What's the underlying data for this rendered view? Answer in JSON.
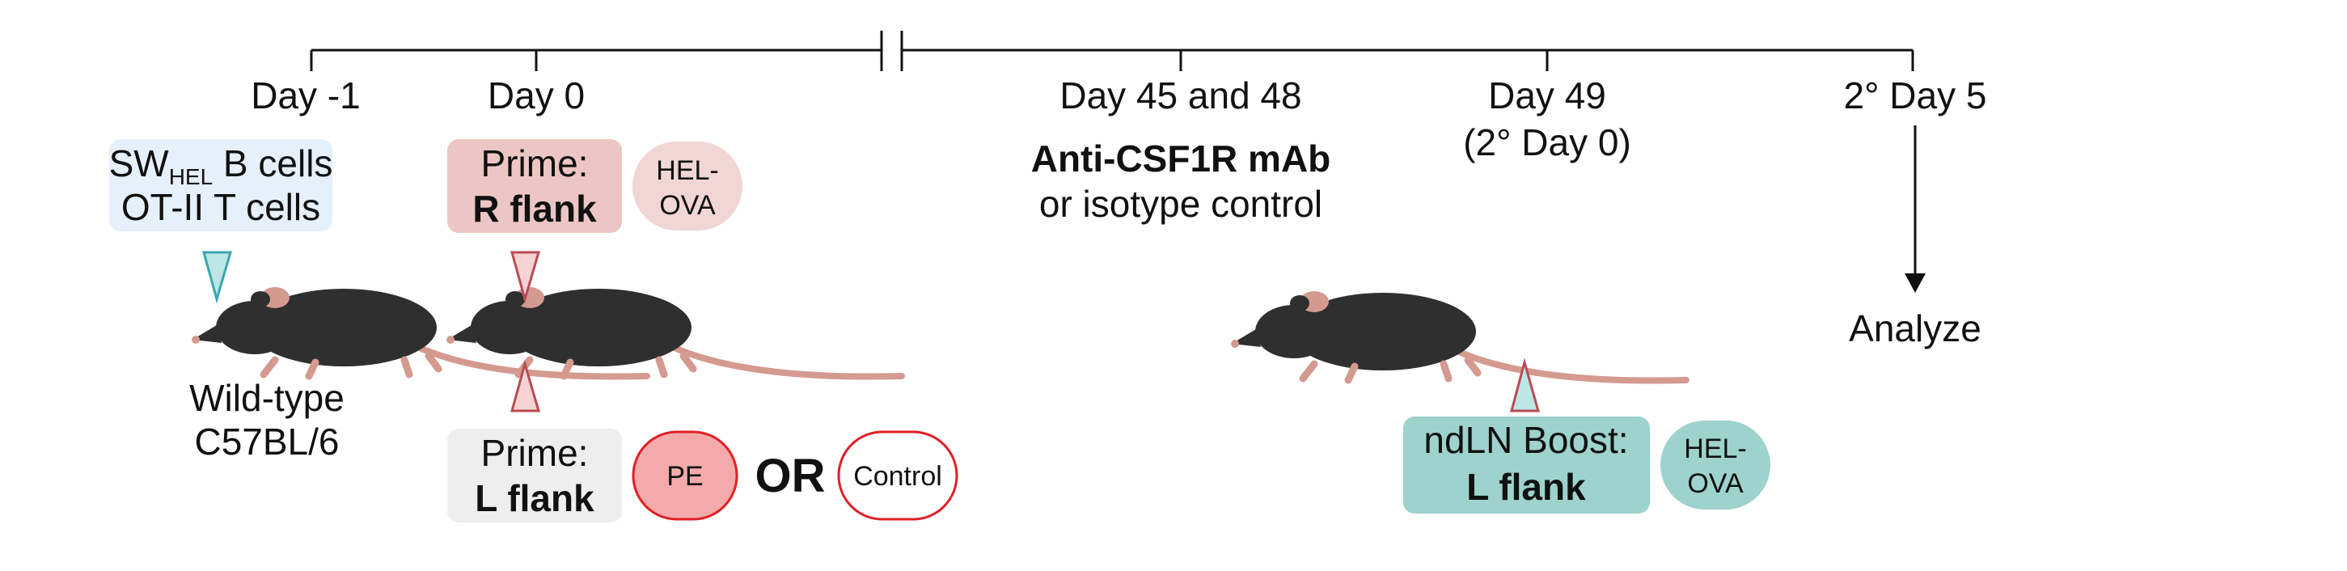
{
  "timeline": {
    "days": [
      {
        "label": "Day -1"
      },
      {
        "label": "Day 0"
      },
      {
        "label": "Day 45 and 48"
      },
      {
        "label": "Day 49",
        "sublabel": "(2° Day 0)"
      },
      {
        "label": "2° Day 5"
      }
    ]
  },
  "cells": {
    "line1_prefix": "SW",
    "line1_subscript": "HEL",
    "line1_suffix": " B cells",
    "line2": "OT-II T cells"
  },
  "host": {
    "line1": "Wild-type",
    "line2": "C57BL/6"
  },
  "prime_right": {
    "line1": "Prime:",
    "line2": "R flank",
    "antigen_line1": "HEL-",
    "antigen_line2": "OVA"
  },
  "prime_left": {
    "line1": "Prime:",
    "line2": "L flank",
    "option_a": "PE",
    "or_text": "OR",
    "option_b": "Control"
  },
  "treatment": {
    "line1": "Anti-CSF1R mAb",
    "line2": "or isotype control"
  },
  "boost": {
    "line1": "ndLN Boost:",
    "line2": "L flank",
    "antigen_line1": "HEL-",
    "antigen_line2": "OVA"
  },
  "analyze": {
    "label": "Analyze"
  },
  "colors": {
    "cells_box": "#e6f0fb",
    "prime_right_box": "#ecc6c4",
    "antigen_hel_ova_right": "#f0d6d5",
    "prime_left_box": "#eeeeee",
    "pe_fill": "#f4aaaa",
    "pe_stroke": "#e01f25",
    "boost_box": "#9dd3cc",
    "antigen_hel_ova_boost": "#9dd3cc",
    "arrow_teal": "#bde6e6",
    "arrow_red": "#f6d3d0",
    "mouse_body": "#2f2f2f",
    "mouse_skin": "#d49a90"
  }
}
